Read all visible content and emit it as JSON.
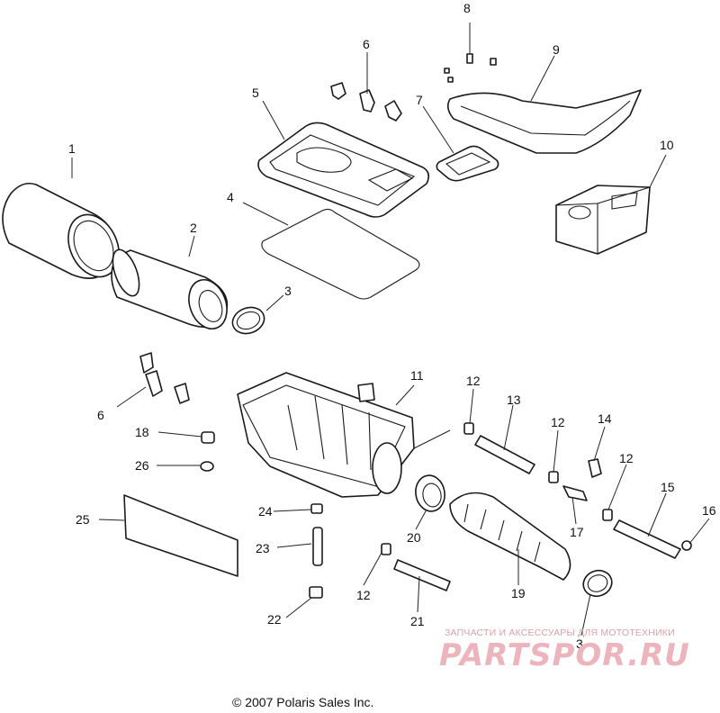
{
  "callouts": {
    "p1": "1",
    "p2": "2",
    "p3a": "3",
    "p3b": "3",
    "p4": "4",
    "p5": "5",
    "p6a": "6",
    "p6b": "6",
    "p7": "7",
    "p8": "8",
    "p9": "9",
    "p10": "10",
    "p11": "11",
    "p12a": "12",
    "p12b": "12",
    "p12c": "12",
    "p12d": "12",
    "p13": "13",
    "p14": "14",
    "p15": "15",
    "p16": "16",
    "p17": "17",
    "p18": "18",
    "p19": "19",
    "p20": "20",
    "p21": "21",
    "p22": "22",
    "p23": "23",
    "p24": "24",
    "p25": "25",
    "p26": "26"
  },
  "footer": {
    "copyright": "© 2007 Polaris Sales Inc."
  },
  "watermark": {
    "subtitle": "ЗАПЧАСТИ И АКСЕССУАРЫ ДЛЯ МОТОТЕХНИКИ",
    "logo": "PARTSPOR.RU"
  },
  "colors": {
    "line": "#1a1a1a",
    "watermark": "#ecb4bd"
  }
}
